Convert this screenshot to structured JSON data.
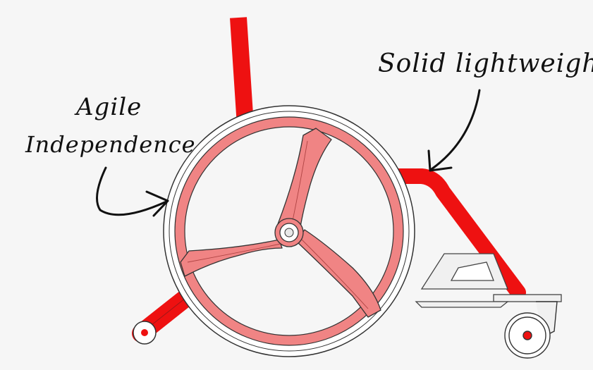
{
  "annotations": {
    "agile_line1": "Agile",
    "agile_line2": "Independence",
    "solid": "Solid lightweight"
  },
  "colors": {
    "frame_red": "#ee1111",
    "wheel_pink": "#f08484",
    "wheel_pink_dark": "#d85a5a",
    "outline": "#333333",
    "ink": "#111111",
    "background": "#f6f6f6"
  }
}
